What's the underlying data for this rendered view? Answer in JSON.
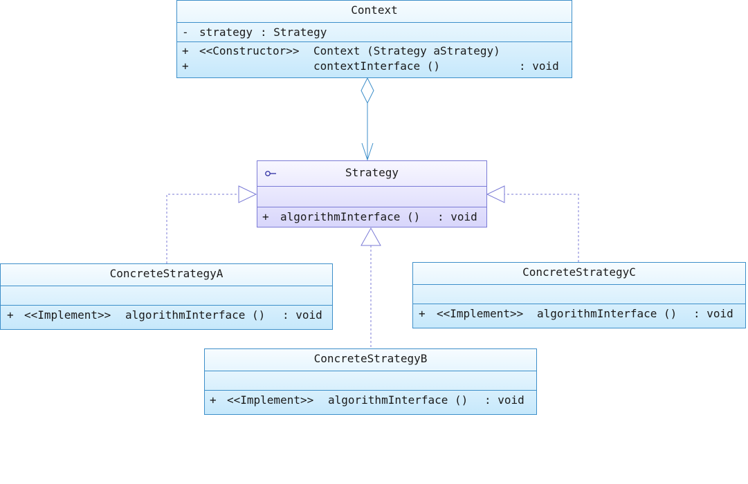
{
  "context": {
    "name": "Context",
    "attribute": {
      "visibility": "-",
      "name": "strategy",
      "type": ": Strategy"
    },
    "operations": [
      {
        "visibility": "+",
        "stereotype": "<<Constructor>>",
        "signature": "Context (Strategy aStrategy)",
        "return": ""
      },
      {
        "visibility": "+",
        "stereotype": "",
        "signature": "contextInterface ()",
        "return": ": void"
      }
    ]
  },
  "strategy": {
    "name": "Strategy",
    "icon": "interface-lollipop-icon",
    "operation": {
      "visibility": "+",
      "signature": "algorithmInterface ()",
      "return": ": void"
    }
  },
  "concrete_a": {
    "name": "ConcreteStrategyA",
    "operation": {
      "visibility": "+",
      "stereotype": "<<Implement>>",
      "signature": "algorithmInterface ()",
      "return": ": void"
    }
  },
  "concrete_b": {
    "name": "ConcreteStrategyB",
    "operation": {
      "visibility": "+",
      "stereotype": "<<Implement>>",
      "signature": "algorithmInterface ()",
      "return": ": void"
    }
  },
  "concrete_c": {
    "name": "ConcreteStrategyC",
    "operation": {
      "visibility": "+",
      "stereotype": "<<Implement>>",
      "signature": "algorithmInterface ()",
      "return": ": void"
    }
  },
  "colors": {
    "class_border": "#3c8ec9",
    "interface_border": "#7a7ad6",
    "class_fill": "#c6e8fb",
    "interface_fill": "#d8d6fb",
    "connector": "#3c8ec9",
    "realization": "#7a7ad6"
  }
}
